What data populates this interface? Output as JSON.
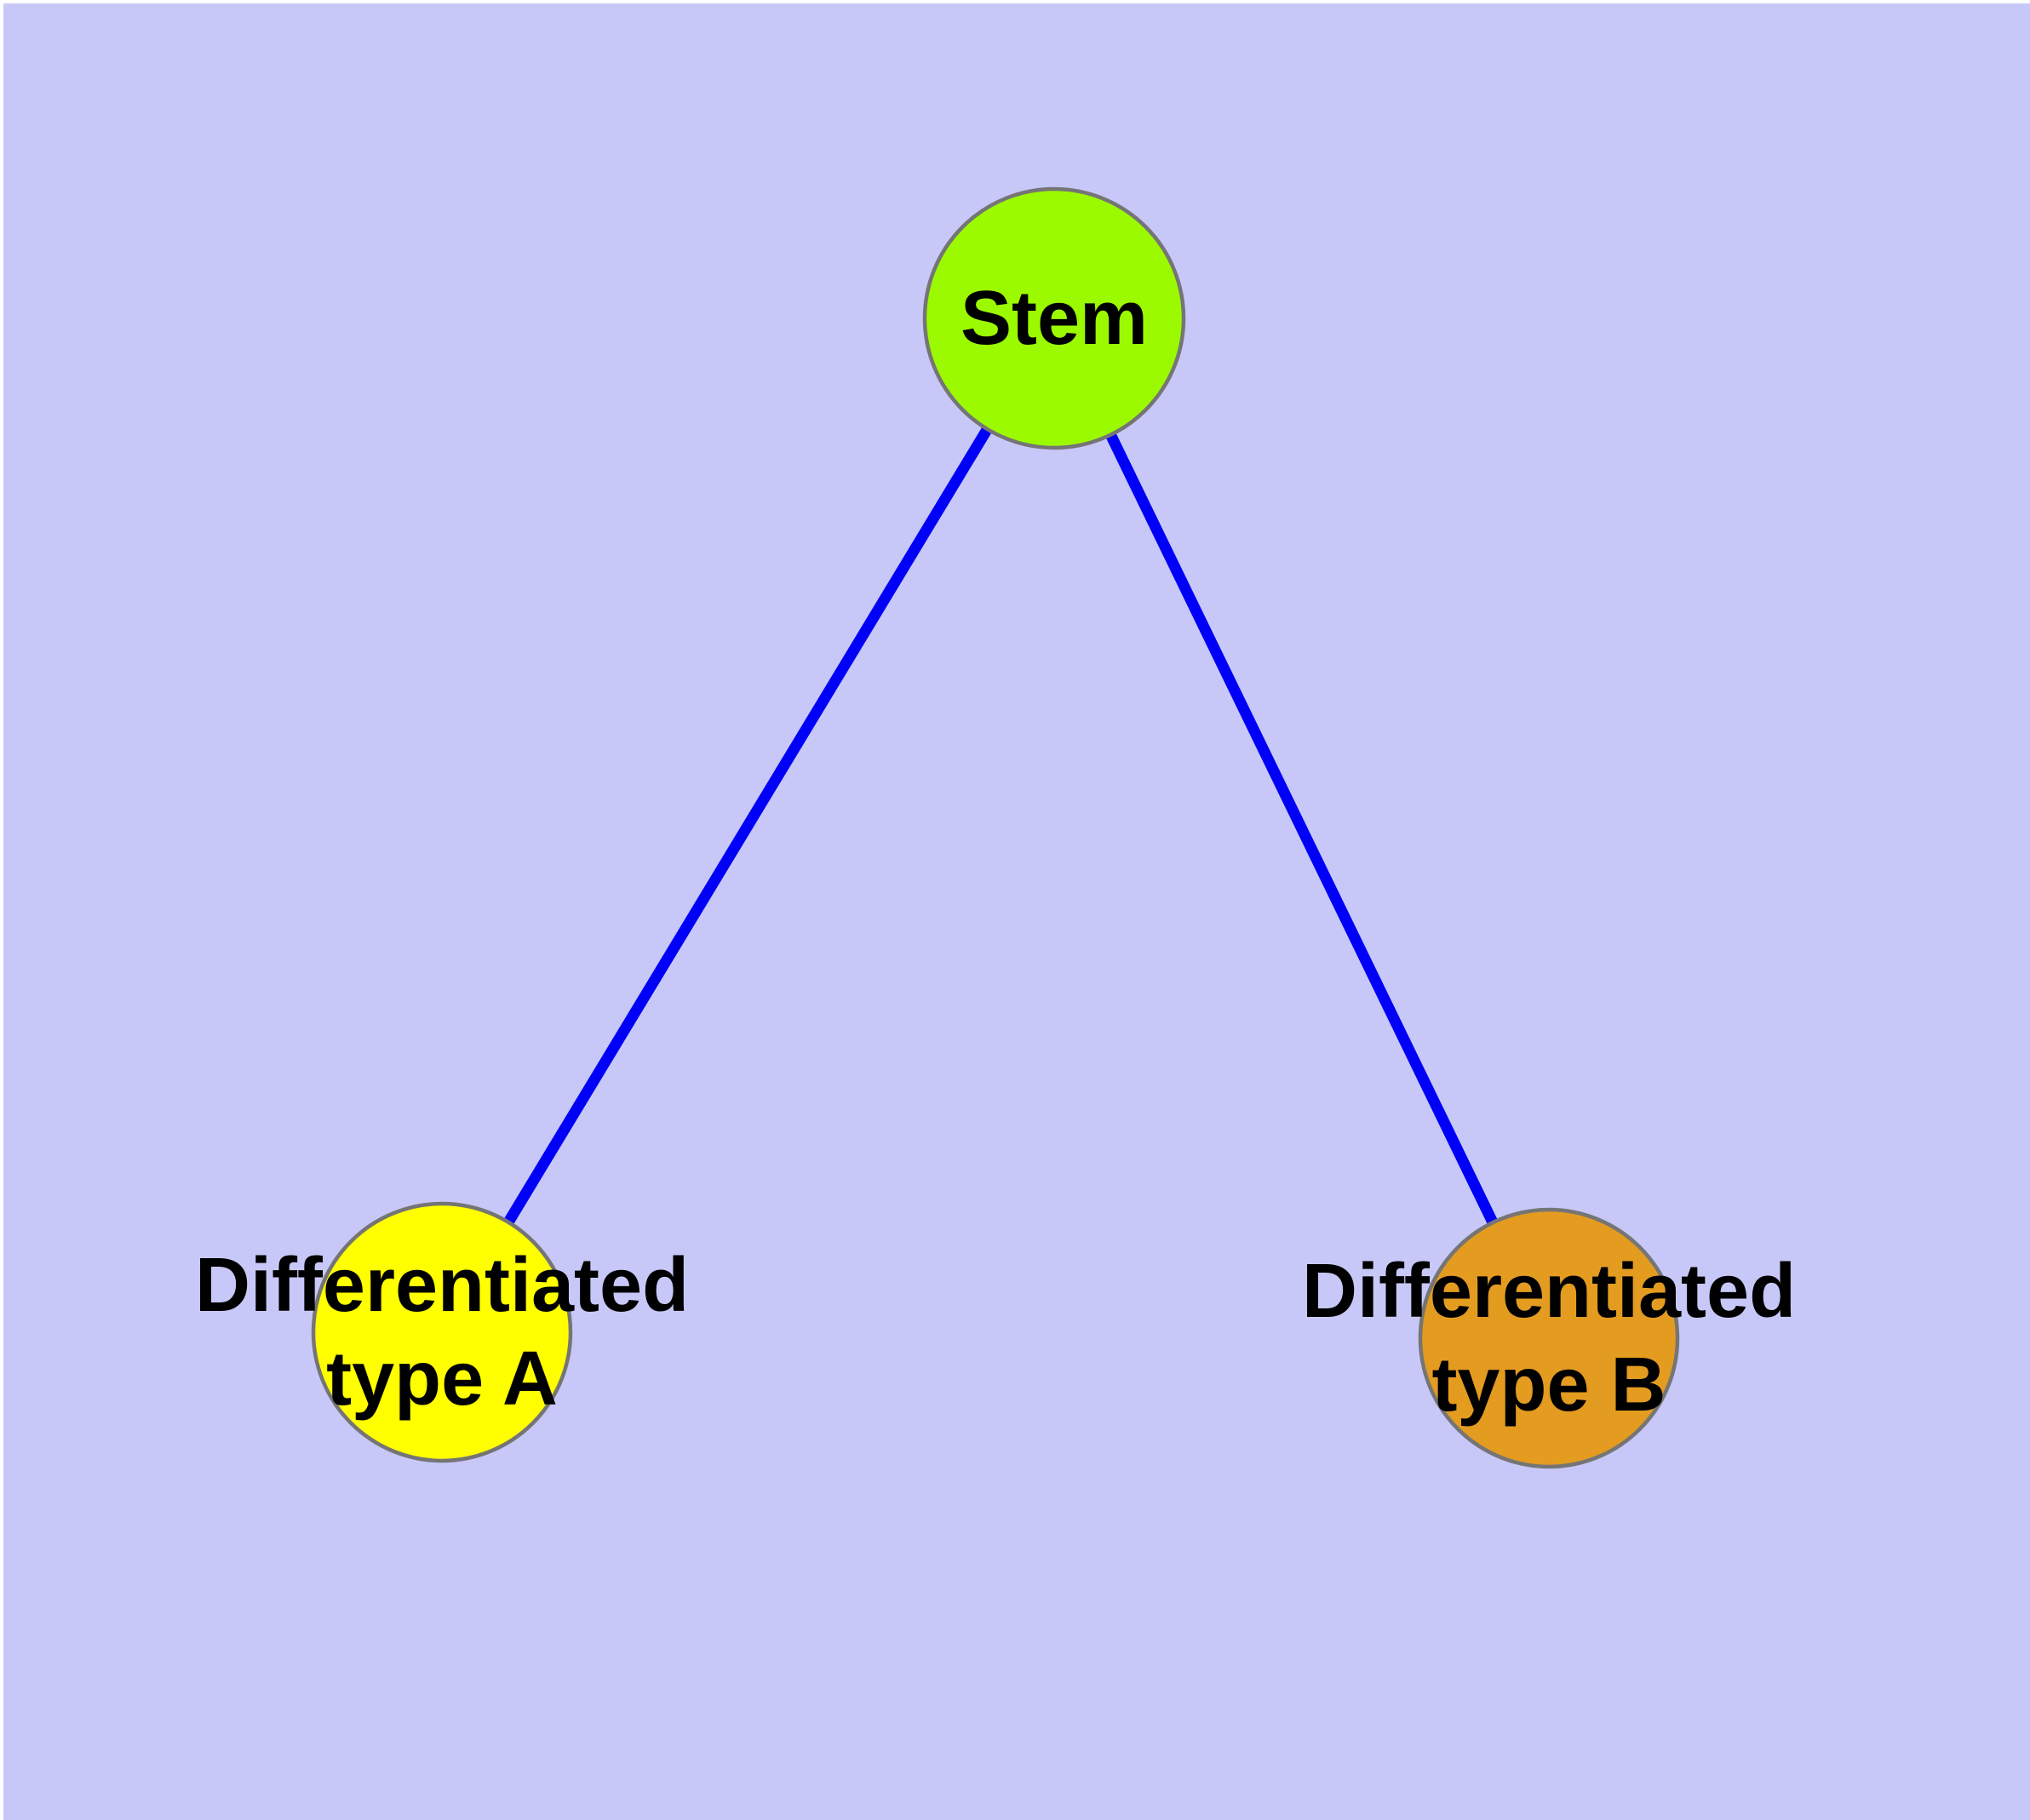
{
  "diagram": {
    "background_color": "#c8c8f8",
    "frame_color": "#ffffff",
    "edge_color": "#0000f8",
    "node_border_color": "#757575",
    "text_color": "#000000",
    "nodes": [
      {
        "id": "stem",
        "lines": [
          "Stem",
          ""
        ],
        "fill": "#9cfa00"
      },
      {
        "id": "differentiated-type-a",
        "lines": [
          "Differentiated",
          "type A"
        ],
        "fill": "#ffff00"
      },
      {
        "id": "differentiated-type-b",
        "lines": [
          "Differentiated",
          "type B"
        ],
        "fill": "#e39b20"
      }
    ],
    "edges": [
      {
        "from": "Stem",
        "to": "Differentiated type A"
      },
      {
        "from": "Stem",
        "to": "Differentiated type B"
      }
    ]
  }
}
